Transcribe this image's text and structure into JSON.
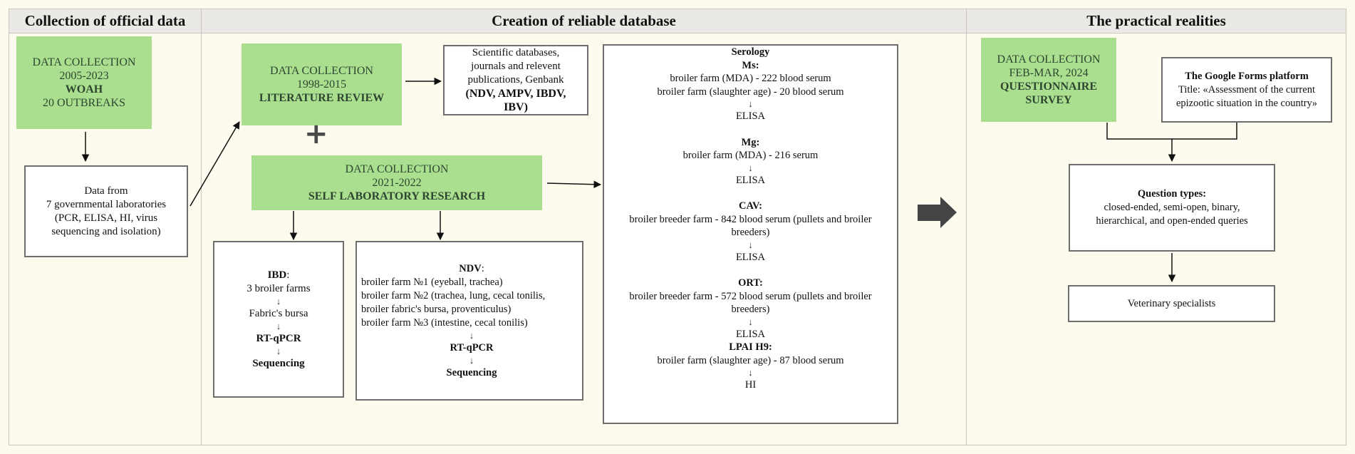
{
  "columns": {
    "official": "Collection of official data",
    "database": "Creation of reliable database",
    "practical": "The practical realities"
  },
  "woah": {
    "line1": "DATA COLLECTION",
    "line2": "2005-2023",
    "line3": "WOAH",
    "line4": "20 OUTBREAKS"
  },
  "gov_labs": {
    "line1": "Data from",
    "line2": "7 governmental laboratories",
    "line3": "(PCR, ELISA, HI, virus",
    "line4": "sequencing and isolation)"
  },
  "literature": {
    "line1": "DATA COLLECTION",
    "line2": "1998-2015",
    "line3": "LITERATURE REVIEW"
  },
  "sources": {
    "line1": "Scientific databases,",
    "line2": "journals and relevent",
    "line3": "publications, Genbank",
    "line4": "(NDV, AMPV, IBDV,",
    "line5": "IBV)"
  },
  "plus_sign": "+",
  "self_lab": {
    "line1": "DATA COLLECTION",
    "line2": "2021-2022",
    "line3": "SELF LABORATORY RESEARCH"
  },
  "ibd": {
    "title": "IBD",
    "colon": ":",
    "l1": "3 broiler farms",
    "arrow": "↓",
    "l2": "Fabric's bursa",
    "l3": "RT-qPCR",
    "l4": "Sequencing"
  },
  "ndv": {
    "title": "NDV",
    "colon": ":",
    "l1": "broiler farm №1 (eyeball, trachea)",
    "l2": "broiler farm №2 (trachea, lung, cecal tonilis,",
    "l3": "broiler fabric's bursa, proventiculus)",
    "l4": "broiler farm №3 (intestine, cecal tonilis)",
    "arrow": "↓",
    "l5": "RT-qPCR",
    "l6": "Sequencing"
  },
  "serology": {
    "title": "Serology",
    "arrow": "↓",
    "ms_title": "Ms:",
    "ms_l1": "broiler farm (MDA) - 222 blood serum",
    "ms_l2": "broiler farm (slaughter age) - 20 blood serum",
    "ms_test": "ELISA",
    "mg_title": "Mg:",
    "mg_l1": "broiler farm  (MDA) - 216 serum",
    "mg_test": "ELISA",
    "cav_title": "CAV:",
    "cav_l1": "broiler breeder farm - 842 blood serum (pullets and broiler",
    "cav_l2": "breeders)",
    "cav_test": "ELISA",
    "ort_title": "ORT:",
    "ort_l1": "broiler breeder farm - 572 blood serum (pullets and broiler",
    "ort_l2": "breeders)",
    "ort_test": "ELISA",
    "lpai_title": "LPAI H9:",
    "lpai_l1": "broiler farm (slaughter age) - 87 blood serum",
    "lpai_test": "HI"
  },
  "questionnaire": {
    "line1": "DATA COLLECTION",
    "line2": "FEB-MAR, 2024",
    "line3": "QUESTIONNAIRE",
    "line4": "SURVEY"
  },
  "google_forms": {
    "title": "The Google Forms platform",
    "line1": "Title: «Assessment of the current",
    "line2": "epizootic situation in the country»"
  },
  "question_types": {
    "title": "Question types:",
    "line1": "closed-ended, semi-open, binary,",
    "line2": "hierarchical, and open-ended queries"
  },
  "vets": "Veterinary specialists",
  "colors": {
    "green": "#aadf90",
    "header": "#ebe9e6",
    "background": "#fdfbee",
    "border": "#6e6e6e"
  }
}
